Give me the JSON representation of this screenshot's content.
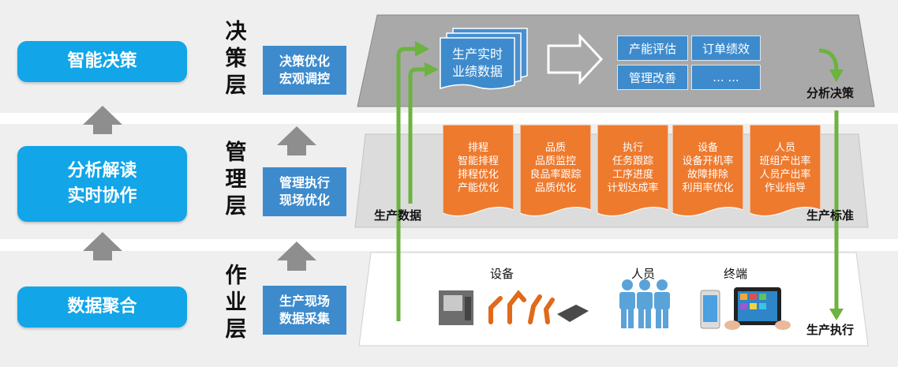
{
  "layers": [
    {
      "pill": "智能决策",
      "label_chars": [
        "决",
        "策",
        "层"
      ],
      "box": [
        "决策优化",
        "宏观调控"
      ]
    },
    {
      "pill": [
        "分析解读",
        "实时协作"
      ],
      "label_chars": [
        "管",
        "理",
        "层"
      ],
      "box": [
        "管理执行",
        "现场优化"
      ]
    },
    {
      "pill": "数据聚合",
      "label_chars": [
        "作",
        "业",
        "层"
      ],
      "box": [
        "生产现场",
        "数据采集"
      ]
    }
  ],
  "decision": {
    "stack_text": [
      "生产实时",
      "业绩数据"
    ],
    "grid": [
      "产能评估",
      "订单绩效",
      "管理改善",
      "... ..."
    ]
  },
  "management_cards": [
    {
      "lines": [
        "排程",
        "智能排程",
        "排程优化",
        "产能优化"
      ]
    },
    {
      "lines": [
        "品质",
        "品质监控",
        "良品率跟踪",
        "品质优化"
      ]
    },
    {
      "lines": [
        "执行",
        "任务跟踪",
        "工序进度",
        "计划达成率"
      ]
    },
    {
      "lines": [
        "设备",
        "设备开机率",
        "故障排除",
        "利用率优化"
      ]
    },
    {
      "lines": [
        "人员",
        "班组产出率",
        "人员产出率",
        "作业指导"
      ]
    }
  ],
  "operation": {
    "categories": [
      "设备",
      "人员",
      "终端"
    ]
  },
  "flow_labels": {
    "production_data": "生产数据",
    "analysis": "分析决策",
    "standard": "生产标准",
    "execution": "生产执行"
  },
  "colors": {
    "blue_pill": "#12a5e8",
    "blue_box": "#3d8bcd",
    "orange": "#ee7a2e",
    "green": "#6cb33f",
    "gray_panel": "#a9a9a9"
  }
}
